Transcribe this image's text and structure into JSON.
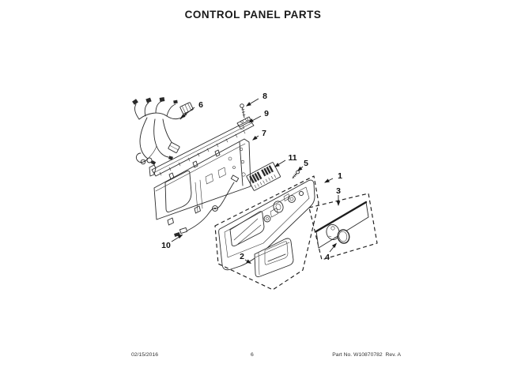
{
  "title": "CONTROL PANEL PARTS",
  "callouts": [
    {
      "label": "1"
    },
    {
      "label": "2"
    },
    {
      "label": "3"
    },
    {
      "label": "4"
    },
    {
      "label": "5"
    },
    {
      "label": "6"
    },
    {
      "label": "7"
    },
    {
      "label": "8"
    },
    {
      "label": "9"
    },
    {
      "label": "10"
    },
    {
      "label": "11"
    }
  ],
  "footer": {
    "date": "02/15/2016",
    "page_number": "6",
    "part_info": "Part No. W10870782  Rev. A"
  },
  "colors": {
    "background": "#ffffff",
    "line_art": "#2a2a2a",
    "text": "#111111"
  }
}
